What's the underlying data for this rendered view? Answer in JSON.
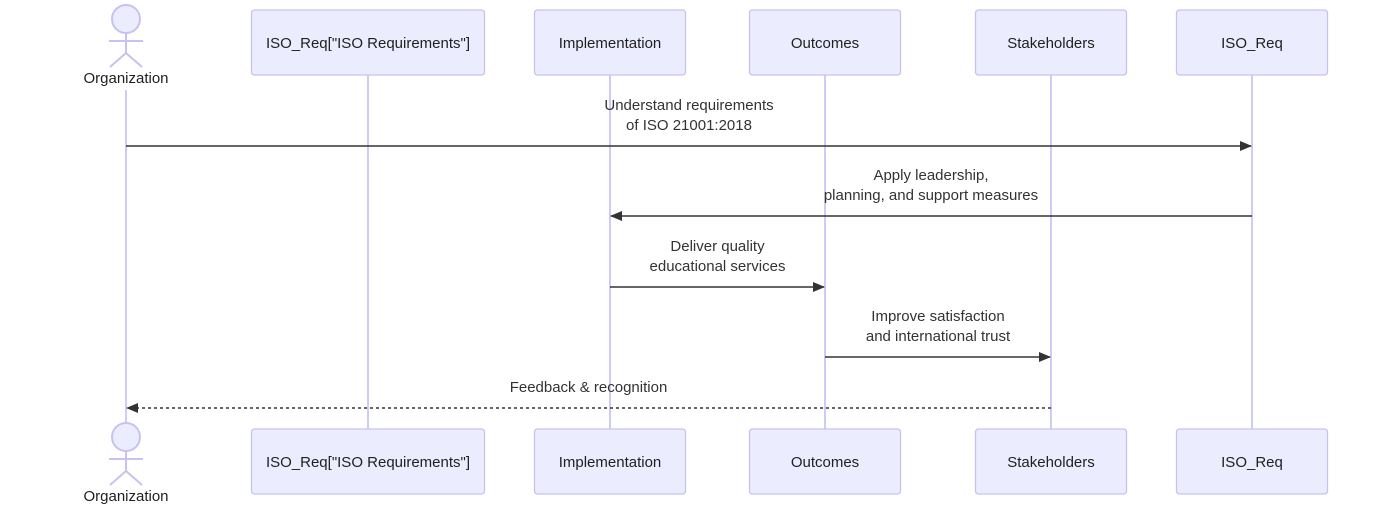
{
  "participants": [
    {
      "id": "Organization",
      "label": "Organization",
      "type": "actor"
    },
    {
      "id": "ISO_Req_full",
      "label": "ISO_Req[\"ISO Requirements\"]",
      "type": "box"
    },
    {
      "id": "Implementation",
      "label": "Implementation",
      "type": "box"
    },
    {
      "id": "Outcomes",
      "label": "Outcomes",
      "type": "box"
    },
    {
      "id": "Stakeholders",
      "label": "Stakeholders",
      "type": "box"
    },
    {
      "id": "ISO_Req",
      "label": "ISO_Req",
      "type": "box"
    }
  ],
  "messages": [
    {
      "from": "Organization",
      "to": "ISO_Req",
      "lines": [
        "Understand requirements",
        "of ISO 21001:2018"
      ],
      "style": "solid"
    },
    {
      "from": "ISO_Req",
      "to": "Implementation",
      "lines": [
        "Apply leadership,",
        "planning, and support measures"
      ],
      "style": "solid"
    },
    {
      "from": "Implementation",
      "to": "Outcomes",
      "lines": [
        "Deliver quality",
        "educational services"
      ],
      "style": "solid"
    },
    {
      "from": "Outcomes",
      "to": "Stakeholders",
      "lines": [
        "Improve satisfaction",
        "and international trust"
      ],
      "style": "solid"
    },
    {
      "from": "Stakeholders",
      "to": "Organization",
      "lines": [
        "Feedback & recognition"
      ],
      "style": "dotted"
    }
  ],
  "colors": {
    "box_fill": "#ECECFF",
    "box_stroke": "#C7C2F0",
    "lifeline": "#CFCBF2",
    "arrow": "#333333"
  }
}
